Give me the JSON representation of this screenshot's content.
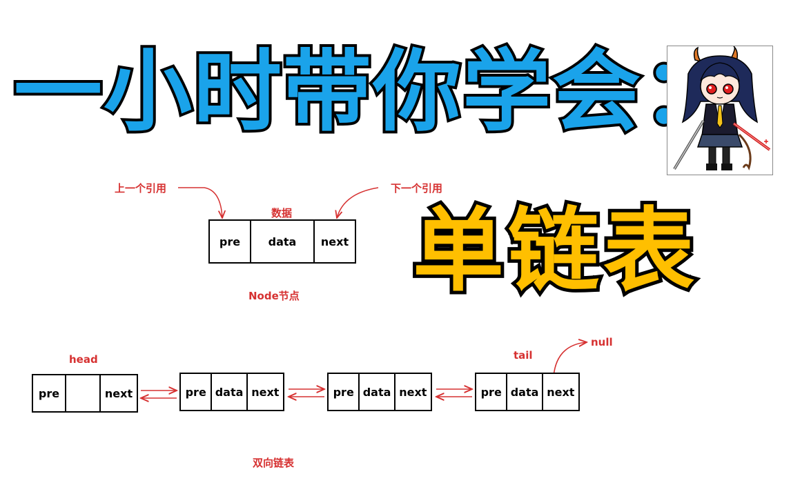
{
  "title": {
    "main": "一小时带你学会：",
    "sub": "单链表"
  },
  "node_diagram": {
    "prev_ref_label": "上一个引用",
    "next_ref_label": "下一个引用",
    "data_label": "数据",
    "caption": "Node节点",
    "cells": [
      "pre",
      "data",
      "next"
    ]
  },
  "doubly_linked_list": {
    "head_label": "head",
    "tail_label": "tail",
    "null_label": "null",
    "caption": "双向链表",
    "nodes": [
      {
        "cells": [
          "pre",
          "",
          "next"
        ]
      },
      {
        "cells": [
          "pre",
          "data",
          "next"
        ]
      },
      {
        "cells": [
          "pre",
          "data",
          "next"
        ]
      },
      {
        "cells": [
          "pre",
          "data",
          "next"
        ]
      }
    ]
  },
  "colors": {
    "title_main": "#1aa3ea",
    "title_sub": "#ffbf00",
    "annotation_red": "#d63131"
  },
  "avatar": {
    "icon": "anime-character-illustration-icon"
  }
}
